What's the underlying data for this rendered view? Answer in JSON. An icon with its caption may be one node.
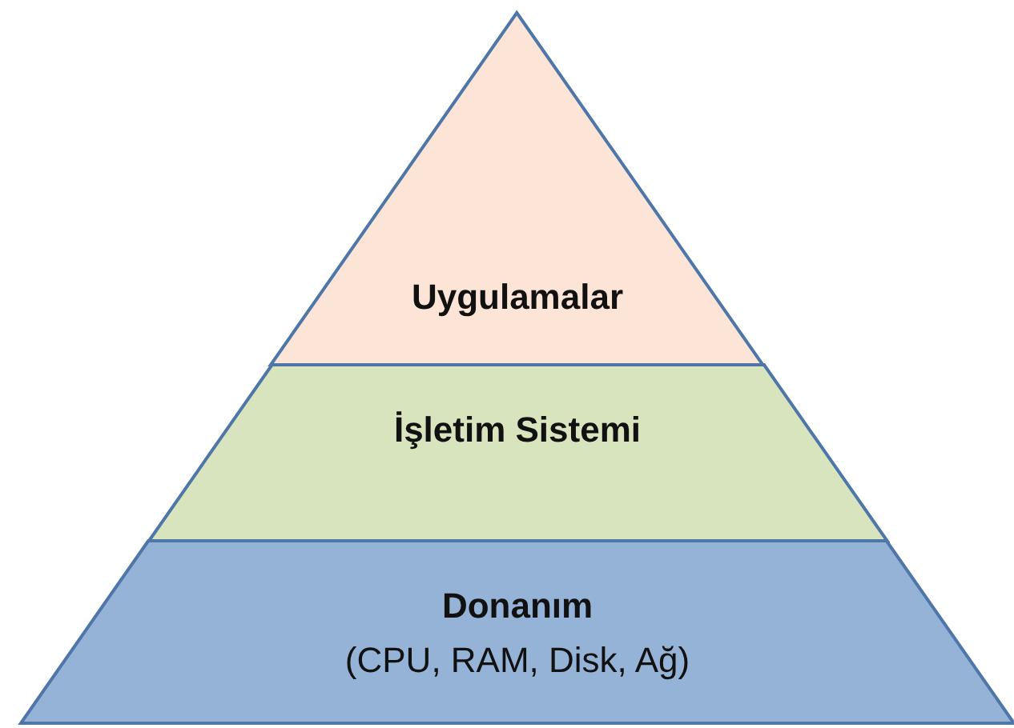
{
  "diagram": {
    "nodes": [
      {
        "text": [
          "Uygulamalar"
        ]
      },
      {
        "text": [
          "İşletim Sistemi"
        ]
      },
      {
        "text": [
          "Donanım",
          "(CPU, RAM, Disk, Ağ)"
        ]
      }
    ]
  }
}
